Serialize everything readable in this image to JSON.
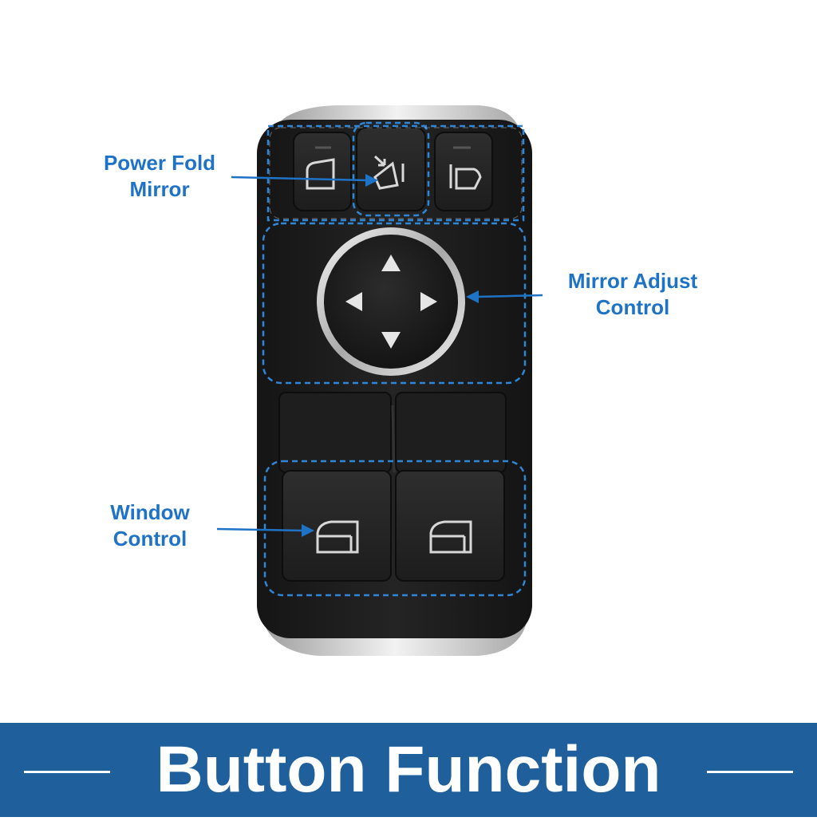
{
  "callouts": {
    "power_fold": [
      "Power Fold",
      "Mirror"
    ],
    "mirror_adjust": [
      "Mirror Adjust",
      "Control"
    ],
    "window": [
      "Window",
      "Control"
    ]
  },
  "banner": {
    "title": "Button Function"
  },
  "colors": {
    "accent": "#1f73c6",
    "banner": "#1f5f9c",
    "panel": "#1b1b1b",
    "button": "#262626",
    "chrome": "#c9c9c9",
    "icon": "#d8d8d8"
  },
  "icons": {
    "mirror_left": "mirror-icon",
    "power_fold": "power-fold-mirror-icon",
    "mirror_right": "mirror-icon",
    "adjust_up": "arrow-up-icon",
    "adjust_down": "arrow-down-icon",
    "adjust_left": "arrow-left-icon",
    "adjust_right": "arrow-right-icon",
    "window_left": "window-icon",
    "window_right": "window-icon"
  }
}
